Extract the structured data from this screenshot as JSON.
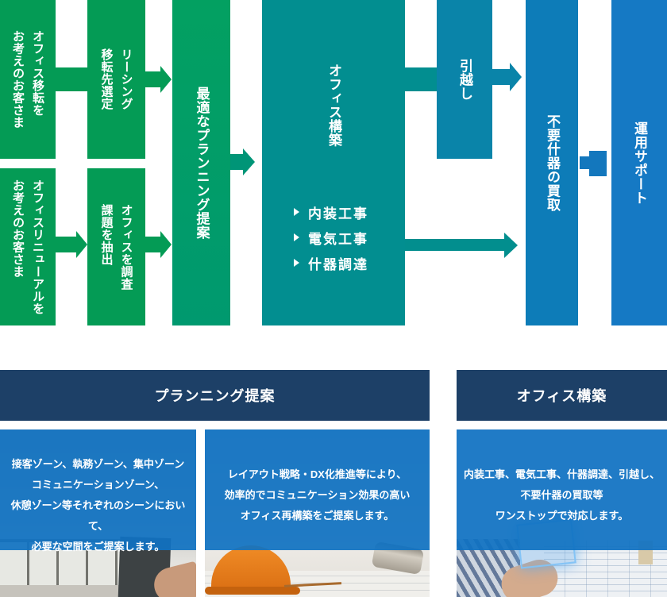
{
  "flow": {
    "customers": [
      {
        "label": "オフィス移転を\nお考えのお客さま"
      },
      {
        "label": "オフィスリニューアルを\nお考えのお客さま"
      }
    ],
    "leasing": "リーシング\n移転先選定",
    "survey": "オフィスを調査\n課題を抽出",
    "planning": "最適なプランニング提案",
    "build": {
      "title": "オフィス構築",
      "items": [
        "内装工事",
        "電気工事",
        "什器調達"
      ]
    },
    "moving": "引越し",
    "buyback": "不要什器の買取",
    "support": "運用サポート",
    "palette": {
      "green": "#049b55",
      "teal_green": "#00996f",
      "teal": "#028e90",
      "steel_blue": "#0a84a9",
      "blue": "#0d7cb8",
      "bright_blue": "#1579c4"
    }
  },
  "sections": [
    {
      "title": "プランニング提案",
      "cards": [
        {
          "text": "接客ゾーン、執務ゾーン、集中ゾーン\nコミュニケーションゾーン、\n休憩ゾーン等それぞれのシーンにおいて、\n必要な空間をご提案します。",
          "image": "office-interior-with-hand-photo"
        },
        {
          "text": "レイアウト戦略・DX化推進等により、\n効率的でコミュニケーション効果の高い\nオフィス再構築をご提案します。",
          "image": "hardhat-and-blueprint-photo"
        }
      ]
    },
    {
      "title": "オフィス構築",
      "cards": [
        {
          "text": "内装工事、電気工事、什器調達、引越し、\n不要什器の買取等\nワンストップで対応します。",
          "image": "worker-hologram-blueprint-photo"
        }
      ]
    }
  ],
  "section_colors": {
    "header_bg": "#1d4067",
    "card_overlay": "#1072c2",
    "text": "#ffffff"
  }
}
